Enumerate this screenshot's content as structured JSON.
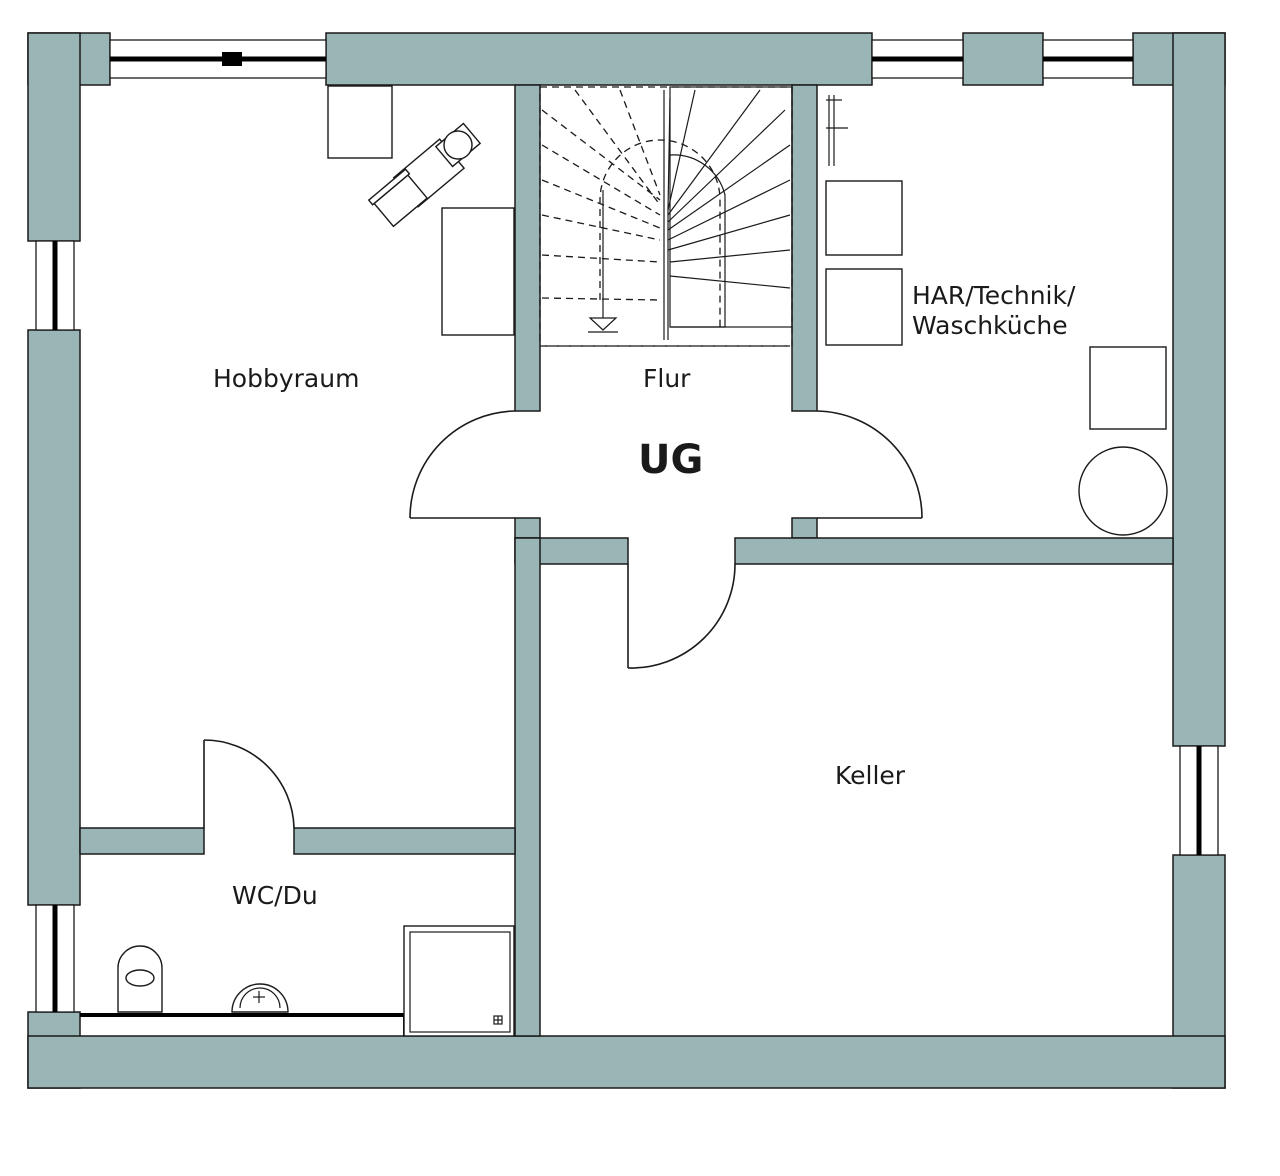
{
  "floor_label": "UG",
  "colors": {
    "wall": "#9ab5b5",
    "line": "#1a1a1a",
    "background": "#ffffff"
  },
  "rooms": {
    "hobbyraum": "Hobbyraum",
    "flur": "Flur",
    "technik_line1": "HAR/Technik/",
    "technik_line2": "Waschküche",
    "keller": "Keller",
    "wc": "WC/Du"
  },
  "icons": [
    "desk",
    "office-chair",
    "staircase",
    "washing-machine",
    "dryer",
    "boiler",
    "water-tank",
    "toilet",
    "washbasin",
    "shower",
    "door-swing",
    "window"
  ]
}
